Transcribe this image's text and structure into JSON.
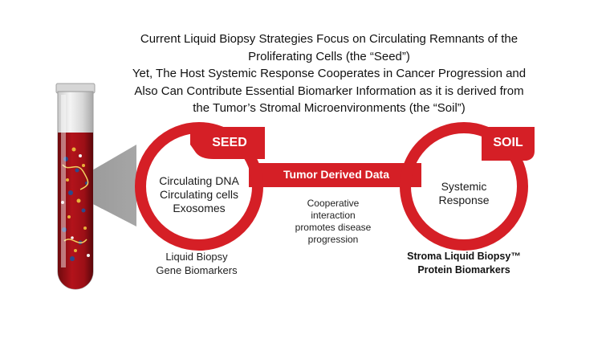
{
  "heading": {
    "line1": "Current Liquid Biopsy Strategies Focus on Circulating Remnants of the",
    "line2": "Proliferating Cells (the “Seed”)",
    "line3": "Yet, The Host Systemic Response Cooperates in Cancer Progression and",
    "line4": "Also Can Contribute Essential Biomarker Information as it is derived from",
    "line5": "the Tumor’s Stromal Microenvironments (the “Soil”)"
  },
  "seed": {
    "tab": "SEED",
    "items": [
      "Circulating DNA",
      "Circulating cells",
      "Exosomes"
    ],
    "caption": [
      "Liquid Biopsy",
      "Gene Biomarkers"
    ]
  },
  "connector": {
    "label": "Tumor Derived Data",
    "note": [
      "Cooperative",
      "interaction",
      "promotes disease",
      "progression"
    ]
  },
  "soil": {
    "tab": "SOIL",
    "items": [
      "Systemic",
      "Response"
    ],
    "caption": [
      "Stroma Liquid Biopsy™",
      "Protein Biomarkers"
    ]
  },
  "colors": {
    "accent": "#d51f26",
    "accent_dark": "#b8151b",
    "cone": "#999999"
  },
  "icons": [
    "test-tube-icon"
  ]
}
